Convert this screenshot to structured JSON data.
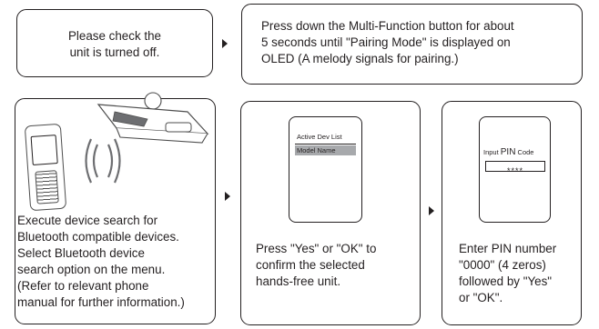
{
  "step1": {
    "lines": [
      "Please check the",
      "unit is turned off."
    ]
  },
  "step2": {
    "lines": [
      "Press down the Multi-Function button for about",
      "5 seconds until \"Pairing Mode\" is displayed on",
      "OLED (A melody signals for pairing.)"
    ]
  },
  "step3": {
    "lines": [
      "Execute device search for",
      "Bluetooth compatible devices.",
      "Select Bluetooth device",
      "search option on the menu.",
      "(Refer to relevant phone",
      " manual for further information.)"
    ]
  },
  "step4": {
    "screen": {
      "title": "Active Dev List",
      "item": "Model Name"
    },
    "lines": [
      "Press \"Yes\" or \"OK\" to",
      "confirm the selected",
      "hands-free unit."
    ]
  },
  "step5": {
    "screen": {
      "prompt_pre": "Input ",
      "prompt_pin": "PIN",
      "prompt_post": " Code",
      "masked": "****"
    },
    "lines": [
      "Enter PIN number",
      " \"0000\" (4 zeros)",
      "followed by \"Yes\"",
      "or \"OK\"."
    ]
  },
  "icons": [
    "mobile-phone-icon",
    "car-kit-device-icon",
    "bluetooth-signal-waves-icon",
    "arrow-right-icon"
  ],
  "colors": {
    "line": "#231f20",
    "highlight": "#a7a9ac"
  }
}
